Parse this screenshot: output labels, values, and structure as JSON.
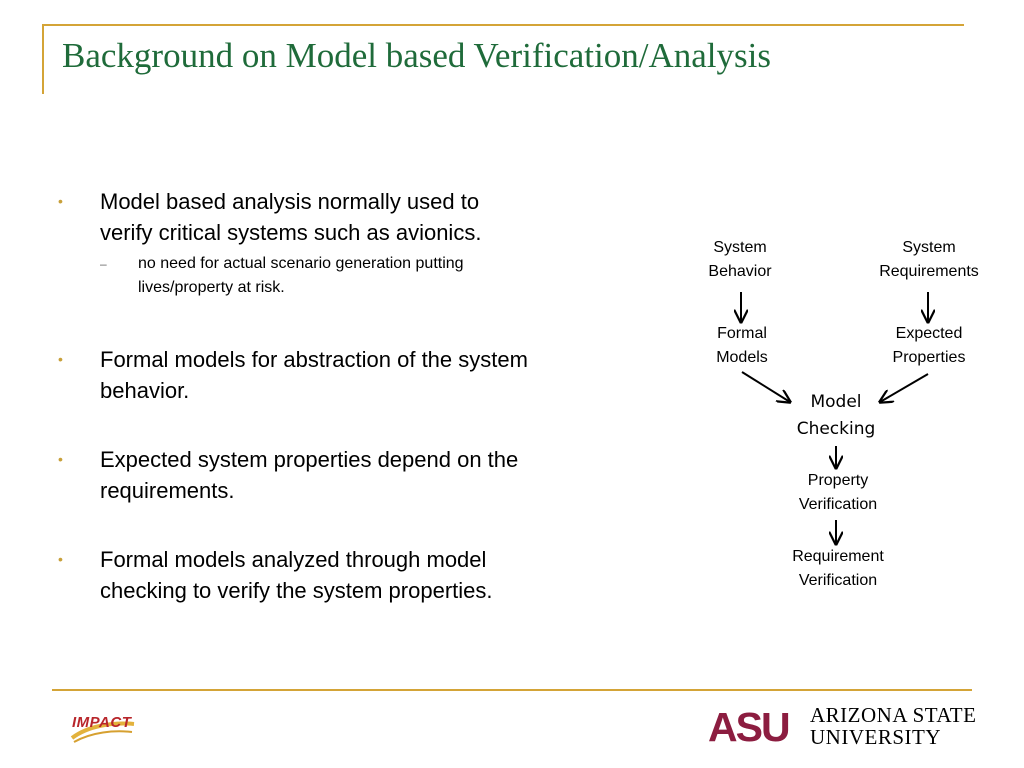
{
  "slide": {
    "title": "Background on Model based Verification/Analysis"
  },
  "bullets": [
    {
      "text": "Model based analysis normally used to verify critical systems such as avionics.",
      "sub": "no need for actual scenario generation putting lives/property at risk."
    },
    {
      "text": "Formal models for abstraction of the system behavior."
    },
    {
      "text": "Expected system properties depend on the requirements."
    },
    {
      "text": "Formal models analyzed through model checking to verify the system properties."
    }
  ],
  "diagram": {
    "system_behavior": [
      "System",
      "Behavior"
    ],
    "system_requirements": [
      "System",
      "Requirements"
    ],
    "formal_models": [
      "Formal",
      "Models"
    ],
    "expected_properties": [
      "Expected",
      "Properties"
    ],
    "model_checking": [
      "Model",
      "Checking"
    ],
    "property_verification": [
      "Property",
      "Verification"
    ],
    "requirement_verification": [
      "Requirement",
      "Verification"
    ]
  },
  "footer": {
    "left_logo": "IMPACT",
    "right_logo_mark": "ASU",
    "right_logo_name": [
      "Arizona State",
      "University"
    ]
  },
  "colors": {
    "title": "#1f6b3a",
    "accent_line": "#d4a437",
    "asu_maroon": "#8c1d40",
    "impact_red": "#b8262b"
  }
}
